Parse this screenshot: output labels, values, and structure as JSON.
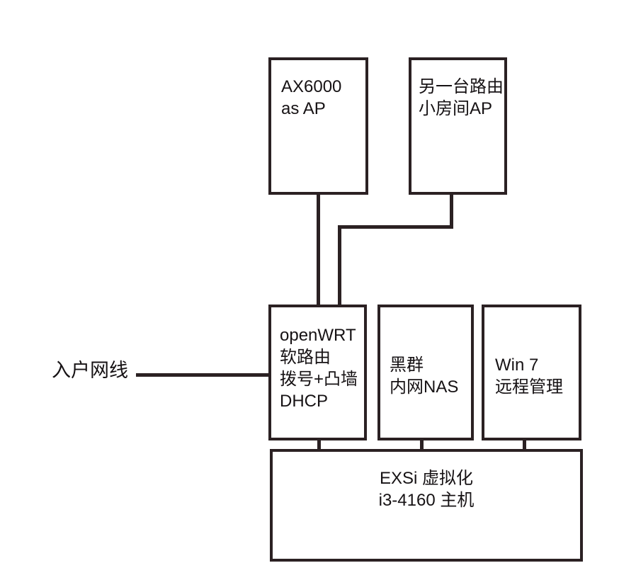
{
  "diagram": {
    "background_color": "#ffffff",
    "stroke_color": "#2b2123",
    "text_color": "#161214",
    "wan_label": "入户网线",
    "nodes": {
      "ax6000": {
        "lines": [
          "AX6000",
          "as AP"
        ]
      },
      "router2": {
        "lines": [
          "另一台路由",
          "小房间AP"
        ]
      },
      "openwrt": {
        "lines": [
          "openWRT",
          "软路由",
          "拨号+凸墙",
          "DHCP"
        ]
      },
      "nas": {
        "lines": [
          "黑群",
          "内网NAS"
        ]
      },
      "win7": {
        "lines": [
          "Win 7",
          "远程管理"
        ]
      },
      "exsi": {
        "lines": [
          "EXSi 虚拟化",
          "i3-4160 主机"
        ]
      }
    },
    "edges": [
      {
        "from": "ax6000",
        "to": "openwrt"
      },
      {
        "from": "router2",
        "to": "openwrt"
      },
      {
        "from": "wan",
        "to": "openwrt"
      },
      {
        "from": "openwrt",
        "to": "exsi"
      },
      {
        "from": "nas",
        "to": "exsi"
      },
      {
        "from": "win7",
        "to": "exsi"
      }
    ]
  }
}
